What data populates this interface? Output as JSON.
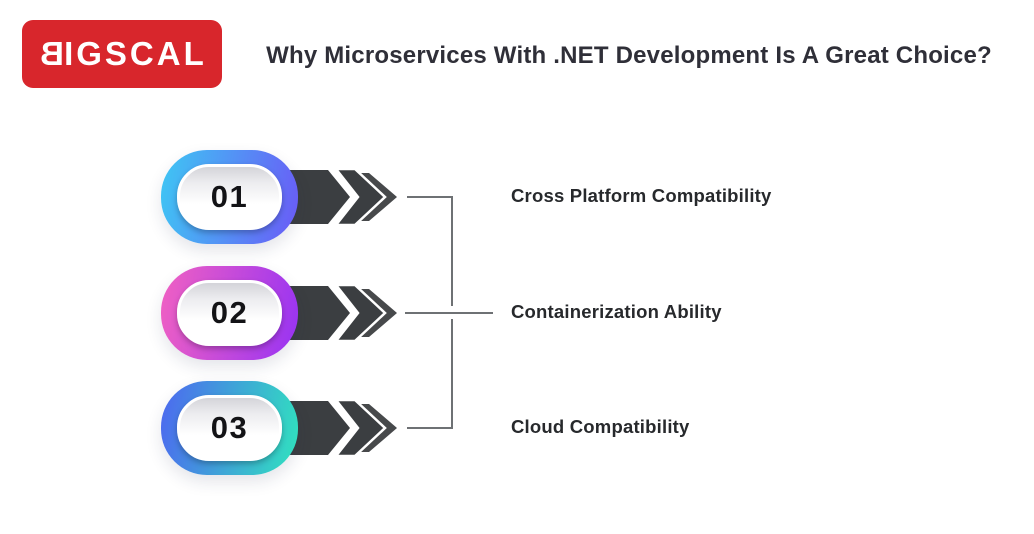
{
  "logo": {
    "first_letter": "B",
    "rest_letters": "IGSCAL"
  },
  "header": {
    "title": "Why Microservices With .NET Development Is A Great Choice?"
  },
  "steps": [
    {
      "number": "01",
      "label": "Cross Platform Compatibility",
      "ring_gradient_start": "#3EC7F4",
      "ring_gradient_end": "#6A5AF6"
    },
    {
      "number": "02",
      "label": "Containerization Ability",
      "ring_gradient_start": "#F161C2",
      "ring_gradient_end": "#9733F3"
    },
    {
      "number": "03",
      "label": "Cloud Compatibility",
      "ring_gradient_start": "#4D67F0",
      "ring_gradient_end": "#30E3BE"
    }
  ],
  "colors": {
    "logo_bg": "#D8262C",
    "title_text": "#2F2F38",
    "label_text": "#27292C",
    "number_text": "#131316",
    "arrow_dark": "#3B3E41",
    "arrow_shadow": "#47494B",
    "connector_line": "#6E7174"
  }
}
